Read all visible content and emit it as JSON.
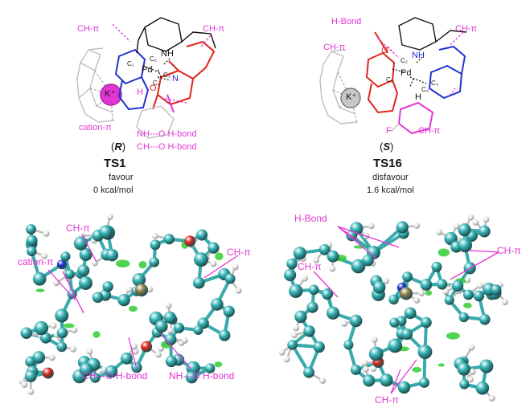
{
  "left_panel": {
    "configuration": "R",
    "ts_name": "TS1",
    "preference": "favour",
    "energy": "0 kcal/mol",
    "labels": {
      "ch_pi_top_left": "CH-π",
      "ch_pi_top_right": "CH-π",
      "cation_pi": "cation-π",
      "nh_o_hbond": "NH---O H-bond",
      "ch_o_hbond": "CH---O H-bond"
    },
    "atoms": {
      "pd": "Pd",
      "nh": "NH",
      "n": "N",
      "o": "O",
      "k": "K⁺",
      "c1": "C₁",
      "c2": "C₂",
      "c3": "C₃",
      "c4": "C₄",
      "h": "H"
    }
  },
  "right_panel": {
    "configuration": "S",
    "ts_name": "TS16",
    "preference": "disfavour",
    "energy": "1.6 kcal/mol",
    "labels": {
      "hbond": "H-Bond",
      "ch_pi_left": "CH-π",
      "ch_pi_right": "CH-π",
      "ch_pi_bottom": "CH-π",
      "f": "F"
    },
    "atoms": {
      "pd": "Pd",
      "nh": "NH",
      "o": "O",
      "k": "K⁺",
      "c1": "C₁",
      "c2": "C₂",
      "c3": "C₃",
      "c4": "C₄",
      "h": "H"
    }
  },
  "bottom_left": {
    "labels": {
      "ch_pi_left": "CH-π",
      "ch_pi_right": "CH-π",
      "cation_pi": "cation-π",
      "ch_o_hbond": "CH---O H-bond",
      "nh_o_hbond": "NH---O H-bond"
    }
  },
  "bottom_right": {
    "labels": {
      "hbond": "H-Bond",
      "ch_pi_left": "CH-π",
      "ch_pi_right": "CH-π",
      "ch_pi_bottom": "CH-π"
    }
  },
  "colors": {
    "magenta": "#e236d4",
    "carbon": "#35b3b5",
    "oxygen": "#e0241b",
    "nitrogen": "#1c2fd0",
    "palladium": "#8f7f45",
    "hydrogen": "#eeeeee",
    "ring_blue": "#2233cc",
    "ring_red": "#e0241b",
    "gray": "#b8b8b8",
    "nci_green": "#33cc33"
  }
}
